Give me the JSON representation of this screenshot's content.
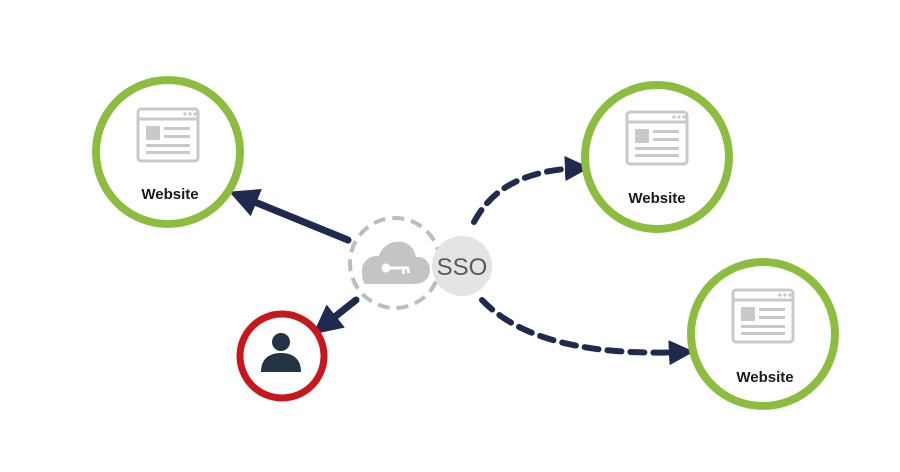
{
  "colors": {
    "website_ring": "#8dbd3f",
    "user_ring": "#c8161d",
    "arrow": "#1f2a4e",
    "icon_gray": "#c9c9c9",
    "hub_dash": "#bdbdbd",
    "sso_fill": "#e4e4e4",
    "user_icon": "#253444"
  },
  "hub": {
    "label": "SSO",
    "icon": "cloud-key-icon"
  },
  "websites": [
    {
      "label": "Website",
      "icon": "browser-window-icon"
    },
    {
      "label": "Website",
      "icon": "browser-window-icon"
    },
    {
      "label": "Website",
      "icon": "browser-window-icon"
    }
  ],
  "user": {
    "icon": "user-icon"
  }
}
